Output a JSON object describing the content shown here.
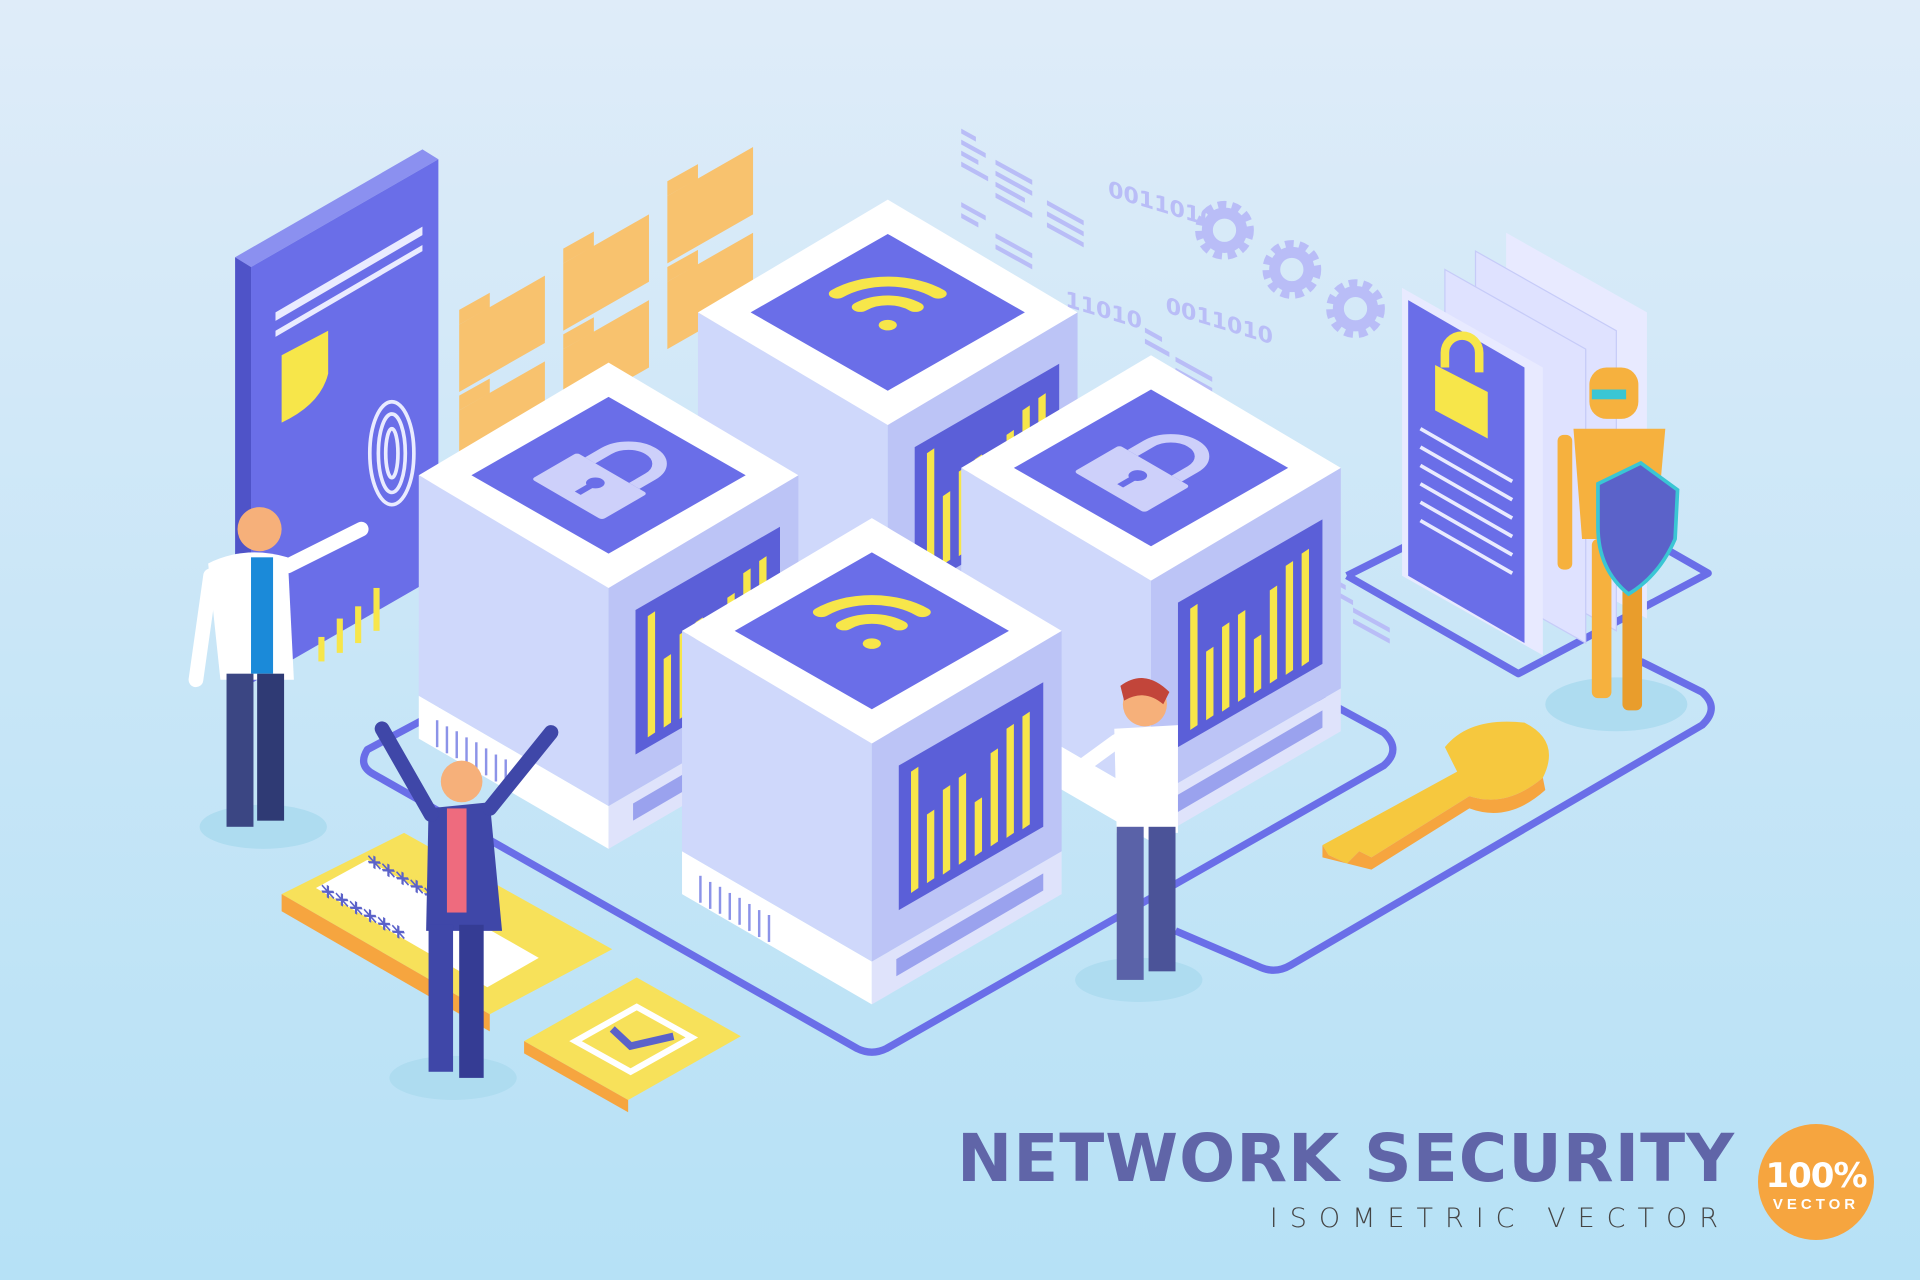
{
  "title": "NETWORK SECURITY",
  "subtitle": "ISOMETRIC VECTOR",
  "badge": {
    "percent": "100%",
    "label": "VECTOR"
  },
  "binary_labels": [
    "0011010",
    "0011010",
    "11010"
  ],
  "password_fields": [
    "*****",
    "******"
  ],
  "icons": [
    "wifi-icon",
    "lock-icon",
    "shield-icon",
    "fingerprint-icon",
    "gear-icon",
    "key-icon",
    "checkmark-icon",
    "folder-icon"
  ],
  "colors": {
    "accent": "#6a6ee8",
    "yellow": "#f7e64a",
    "orange": "#f6a53f",
    "title": "#6065a8",
    "background": "#c9e6f7"
  }
}
